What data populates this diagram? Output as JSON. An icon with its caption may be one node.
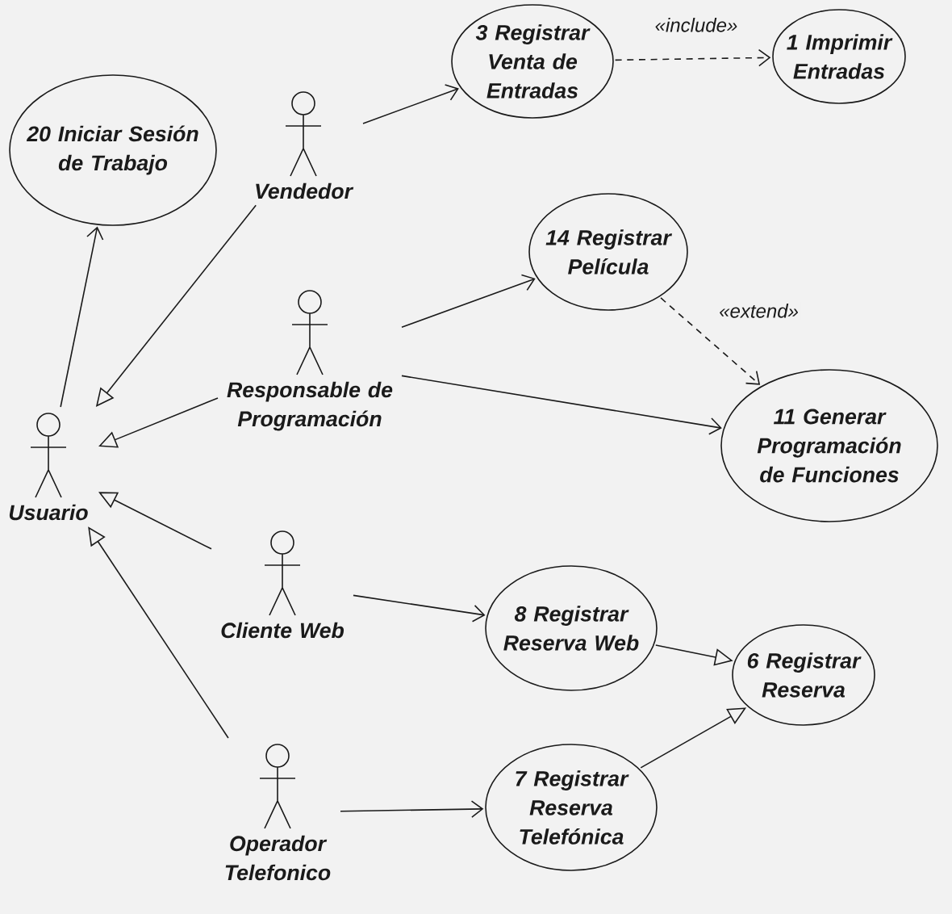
{
  "diagram": {
    "nodes": [
      {
        "text": [
          "20 Iniciar Sesión de Trabajo"
        ]
      },
      {
        "text": [
          "Vendedor"
        ]
      },
      {
        "text": [
          "3 Registrar Venta de Entradas"
        ]
      },
      {
        "text": [
          "1 Imprimir Entradas"
        ]
      },
      {
        "text": [
          "Responsable de Programación"
        ]
      },
      {
        "text": [
          "14 Registrar Película"
        ]
      },
      {
        "text": [
          "11 Generar Programación de Funciones"
        ]
      },
      {
        "text": [
          "Usuario"
        ]
      },
      {
        "text": [
          "Cliente Web"
        ]
      },
      {
        "text": [
          "8 Registrar Reserva Web"
        ]
      },
      {
        "text": [
          "6 Registrar Reserva"
        ]
      },
      {
        "text": [
          "Operador Telefonico"
        ]
      },
      {
        "text": [
          "7 Registrar Reserva Telefónica"
        ]
      }
    ],
    "edges": [
      {
        "from": 7,
        "to": 0,
        "arrow": "to"
      },
      {
        "from": 1,
        "to": 7,
        "arrow": "to"
      },
      {
        "from": 4,
        "to": 7,
        "arrow": "to"
      },
      {
        "from": 8,
        "to": 7,
        "arrow": "to"
      },
      {
        "from": 11,
        "to": 7,
        "arrow": "to"
      },
      {
        "from": 1,
        "to": 2,
        "arrow": "to"
      },
      {
        "from": 4,
        "to": 5,
        "arrow": "to"
      },
      {
        "from": 4,
        "to": 6,
        "arrow": "to"
      },
      {
        "from": 2,
        "to": 3,
        "arrow": "to",
        "style": "dashed",
        "label": "«include»"
      },
      {
        "from": 5,
        "to": 6,
        "arrow": "to",
        "style": "dashed",
        "label": "«extend»"
      },
      {
        "from": 8,
        "to": 9,
        "arrow": "to"
      },
      {
        "from": 11,
        "to": 12,
        "arrow": "to"
      },
      {
        "from": 9,
        "to": 10,
        "arrow": "to"
      },
      {
        "from": 12,
        "to": 10,
        "arrow": "to"
      }
    ]
  }
}
